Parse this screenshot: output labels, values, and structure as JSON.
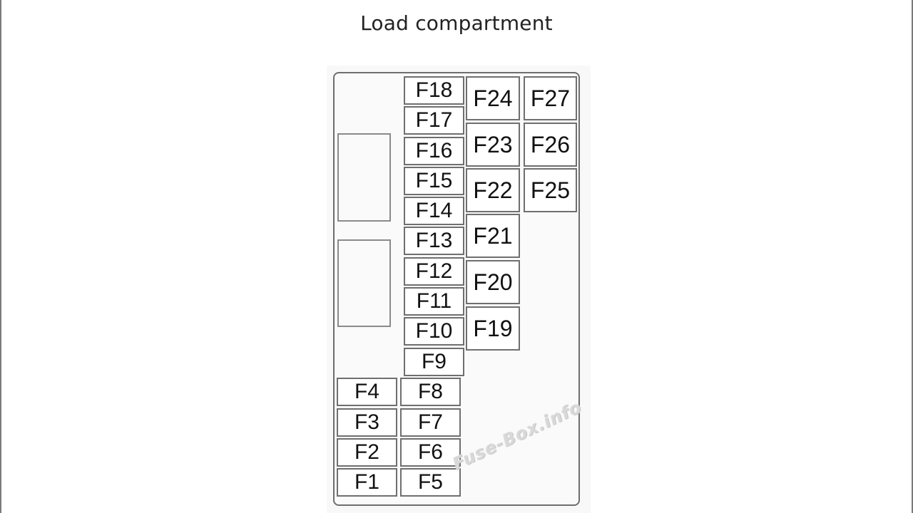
{
  "title": "Load compartment",
  "fuses": {
    "f1": "F1",
    "f2": "F2",
    "f3": "F3",
    "f4": "F4",
    "f5": "F5",
    "f6": "F6",
    "f7": "F7",
    "f8": "F8",
    "f9": "F9",
    "f10": "F10",
    "f11": "F11",
    "f12": "F12",
    "f13": "F13",
    "f14": "F14",
    "f15": "F15",
    "f16": "F16",
    "f17": "F17",
    "f18": "F18",
    "f19": "F19",
    "f20": "F20",
    "f21": "F21",
    "f22": "F22",
    "f23": "F23",
    "f24": "F24",
    "f25": "F25",
    "f26": "F26",
    "f27": "F27"
  },
  "watermark": "Fuse-Box.info"
}
